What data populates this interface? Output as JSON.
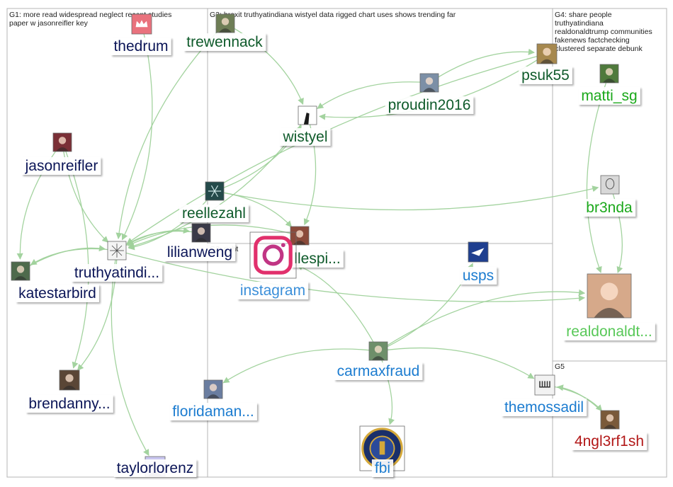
{
  "groups": [
    {
      "id": "G1",
      "caption_lines": [
        "G1: more read widespread neglect recent studies",
        "paper w jasonreifler key"
      ]
    },
    {
      "id": "G3",
      "caption_lines": [
        "G3: brexit truthyatindiana wistyel data rigged chart uses shows trending far"
      ]
    },
    {
      "id": "G4",
      "caption_lines": [
        "G4: share people",
        "truthyatindiana",
        "realdonaldtrump communities",
        "fakenews factchecking",
        "clustered separate debunk"
      ]
    },
    {
      "id": "G2",
      "caption_lines": [
        "G2: right"
      ]
    },
    {
      "id": "G5",
      "caption_lines": [
        "G5"
      ]
    }
  ],
  "nodes": [
    {
      "id": "thedrum",
      "label": "thedrum",
      "group": "G1",
      "color": "#0b1557",
      "avatar_color": "#e9727d",
      "icon": "red-crown-logo-icon"
    },
    {
      "id": "jasonreifler",
      "label": "jasonreifler",
      "group": "G1",
      "color": "#0b1557",
      "avatar_color": "#7a2f36",
      "icon": "profile-photo-icon"
    },
    {
      "id": "truthyatindiana",
      "label": "truthyatindi...",
      "group": "G1",
      "color": "#0b1557",
      "avatar_color": "#f4f4f4",
      "icon": "network-graph-icon"
    },
    {
      "id": "katestarbird",
      "label": "katestarbird",
      "group": "G1",
      "color": "#0b1557",
      "avatar_color": "#4e6a4c",
      "icon": "profile-photo-icon"
    },
    {
      "id": "brendanny",
      "label": "brendanny...",
      "group": "G1",
      "color": "#0b1557",
      "avatar_color": "#5a4636",
      "icon": "profile-photo-icon"
    },
    {
      "id": "lilianweng",
      "label": "lilianweng",
      "group": "G1",
      "color": "#0b1557",
      "avatar_color": "#3a3a48",
      "icon": "profile-photo-icon"
    },
    {
      "id": "taylorlorenz",
      "label": "taylorlorenz",
      "group": "G1",
      "color": "#0b1557",
      "avatar_color": "#c9c6f0",
      "icon": "profile-photo-icon"
    },
    {
      "id": "trewennack",
      "label": "trewennack",
      "group": "G3",
      "color": "#0e5a2a",
      "avatar_color": "#6e7e56",
      "icon": "profile-photo-icon"
    },
    {
      "id": "wistyel",
      "label": "wistyel",
      "group": "G3",
      "color": "#0e5a2a",
      "avatar_color": "#1a1a1a",
      "icon": "silhouette-icon"
    },
    {
      "id": "proudin2016",
      "label": "proudin2016",
      "group": "G3",
      "color": "#0e5a2a",
      "avatar_color": "#7c8fa6",
      "icon": "profile-photo-icon"
    },
    {
      "id": "psuk55",
      "label": "psuk55",
      "group": "G3",
      "color": "#0e5a2a",
      "avatar_color": "#a6884e",
      "icon": "profile-photo-icon"
    },
    {
      "id": "reellezahl",
      "label": "reellezahl",
      "group": "G3",
      "color": "#0e5a2a",
      "avatar_color": "#244a4a",
      "icon": "snowflake-icon"
    },
    {
      "id": "llespi",
      "label": "llespi...",
      "group": "G3",
      "color": "#0e5a2a",
      "avatar_color": "#8a4a3a",
      "icon": "profile-photo-icon"
    },
    {
      "id": "matti_sg",
      "label": "matti_sg",
      "group": "G4",
      "color": "#1aa81a",
      "avatar_color": "#4f7a3c",
      "icon": "profile-photo-icon"
    },
    {
      "id": "br3nda",
      "label": "br3nda",
      "group": "G4",
      "color": "#1aa81a",
      "avatar_color": "#d8d8d8",
      "icon": "sketch-portrait-icon"
    },
    {
      "id": "realdonaldtrump",
      "label": "realdonaldt...",
      "group": "G4",
      "color": "#58c858",
      "avatar_color": "#d6a98a",
      "icon": "profile-photo-icon"
    },
    {
      "id": "instagram",
      "label": "instagram",
      "group": "G2",
      "color": "#3b8fd9",
      "avatar_color": "#e1306c",
      "icon": "instagram-logo-icon"
    },
    {
      "id": "usps",
      "label": "usps",
      "group": "G2",
      "color": "#1c7cd0",
      "avatar_color": "#1f3f8f",
      "icon": "eagle-logo-icon"
    },
    {
      "id": "carmaxfraud",
      "label": "carmaxfraud",
      "group": "G2",
      "color": "#1c7cd0",
      "avatar_color": "#6e8f6a",
      "icon": "profile-photo-icon"
    },
    {
      "id": "floridaman",
      "label": "floridaman...",
      "group": "G2",
      "color": "#1c7cd0",
      "avatar_color": "#6a7da0",
      "icon": "profile-photo-icon"
    },
    {
      "id": "fbi",
      "label": "fbi",
      "group": "G2",
      "color": "#1c7cd0",
      "avatar_color": "#1a2f6a",
      "icon": "fbi-seal-icon"
    },
    {
      "id": "themossadil",
      "label": "themossadil",
      "group": "G2",
      "color": "#1c7cd0",
      "avatar_color": "#f2f2f2",
      "icon": "menorah-icon"
    },
    {
      "id": "4ngl3rf1sh",
      "label": "4ngl3rf1sh",
      "group": "G5",
      "color": "#b21818",
      "avatar_color": "#7a5a3a",
      "icon": "profile-photo-icon"
    }
  ],
  "edges": [
    {
      "from": "thedrum",
      "to": "truthyatindiana"
    },
    {
      "from": "trewennack",
      "to": "truthyatindiana"
    },
    {
      "from": "trewennack",
      "to": "wistyel"
    },
    {
      "from": "jasonreifler",
      "to": "truthyatindiana"
    },
    {
      "from": "jasonreifler",
      "to": "brendanny"
    },
    {
      "from": "jasonreifler",
      "to": "katestarbird"
    },
    {
      "from": "katestarbird",
      "to": "truthyatindiana"
    },
    {
      "from": "truthyatindiana",
      "to": "katestarbird"
    },
    {
      "from": "truthyatindiana",
      "to": "brendanny"
    },
    {
      "from": "truthyatindiana",
      "to": "taylorlorenz"
    },
    {
      "from": "truthyatindiana",
      "to": "lilianweng"
    },
    {
      "from": "lilianweng",
      "to": "truthyatindiana"
    },
    {
      "from": "reellezahl",
      "to": "truthyatindiana"
    },
    {
      "from": "reellezahl",
      "to": "wistyel"
    },
    {
      "from": "reellezahl",
      "to": "llespi"
    },
    {
      "from": "reellezahl",
      "to": "br3nda"
    },
    {
      "from": "wistyel",
      "to": "truthyatindiana"
    },
    {
      "from": "proudin2016",
      "to": "wistyel"
    },
    {
      "from": "psuk55",
      "to": "wistyel"
    },
    {
      "from": "psuk55",
      "to": "truthyatindiana"
    },
    {
      "from": "proudin2016",
      "to": "psuk55"
    },
    {
      "from": "llespi",
      "to": "truthyatindiana"
    },
    {
      "from": "wistyel",
      "to": "llespi"
    },
    {
      "from": "matti_sg",
      "to": "realdonaldtrump"
    },
    {
      "from": "br3nda",
      "to": "realdonaldtrump"
    },
    {
      "from": "truthyatindiana",
      "to": "realdonaldtrump"
    },
    {
      "from": "carmaxfraud",
      "to": "realdonaldtrump"
    },
    {
      "from": "carmaxfraud",
      "to": "floridaman"
    },
    {
      "from": "carmaxfraud",
      "to": "fbi"
    },
    {
      "from": "carmaxfraud",
      "to": "usps"
    },
    {
      "from": "carmaxfraud",
      "to": "themossadil"
    },
    {
      "from": "carmaxfraud",
      "to": "instagram"
    },
    {
      "from": "themossadil",
      "to": "4ngl3rf1sh"
    },
    {
      "from": "4ngl3rf1sh",
      "to": "themossadil"
    }
  ]
}
